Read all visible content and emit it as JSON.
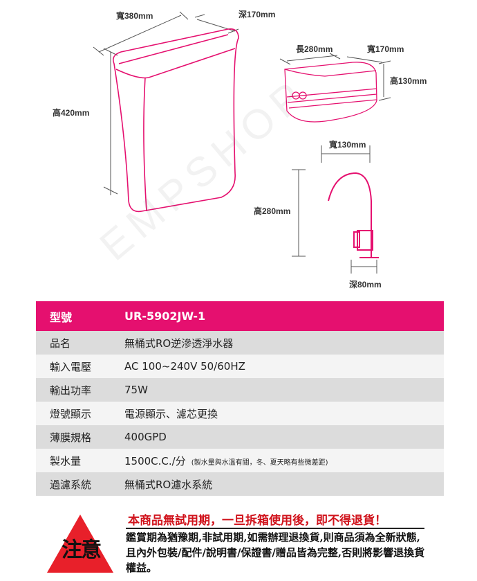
{
  "dimensions": {
    "tank_width": "寬380mm",
    "tank_depth": "深170mm",
    "tank_height": "高420mm",
    "unit_length": "長280mm",
    "unit_width": "寬170mm",
    "unit_height": "高130mm",
    "faucet_width": "寬130mm",
    "faucet_height": "高280mm",
    "faucet_depth": "深80mm"
  },
  "watermark": "EMPSHOP",
  "spec": {
    "header": {
      "label": "型號",
      "value": "UR-5902JW-1"
    },
    "rows": [
      {
        "label": "品名",
        "value": "無桶式RO逆滲透淨水器"
      },
      {
        "label": "輸入電壓",
        "value": "AC 100~240V  50/60HZ"
      },
      {
        "label": "輸出功率",
        "value": "75W"
      },
      {
        "label": "燈號顯示",
        "value": "電源顯示、濾芯更換"
      },
      {
        "label": "薄膜規格",
        "value": "400GPD"
      },
      {
        "label": "製水量",
        "value": "1500C.C./分",
        "note": "(製水量與水溫有關，冬、夏天略有些微差距)"
      },
      {
        "label": "過濾系統",
        "value": "無桶式RO濾水系統"
      }
    ]
  },
  "warning": {
    "badge": "注意",
    "headline": "本商品無試用期，一旦拆箱使用後，即不得退貨！",
    "body": "鑑賞期為猶豫期,非試用期,如需辦理退換貨,則商品須為全新狀態,且內外包裝/配件/說明書/保證書/贈品皆為完整,否則將影響退換貨權益。"
  },
  "colors": {
    "accent": "#e5106f",
    "warning": "#d0121b"
  }
}
